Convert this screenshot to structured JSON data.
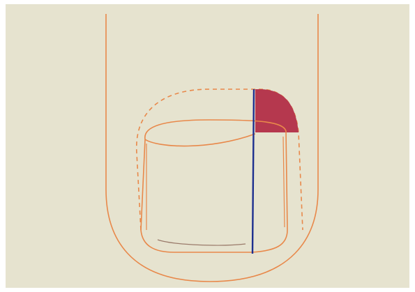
{
  "diagram": {
    "subject": "toenail",
    "colors": {
      "page": "#e6e3cf",
      "page_border": "#ffffff",
      "outline": "#e8884a",
      "highlight_fill": "#b5384e",
      "cut_line": "#1d2f8f"
    },
    "parts": [
      "toe-outline",
      "nail-fold-dashed-outline",
      "nail-plate-outline",
      "nail-plate-inner-margin",
      "highlighted-corner",
      "cut-line"
    ]
  }
}
